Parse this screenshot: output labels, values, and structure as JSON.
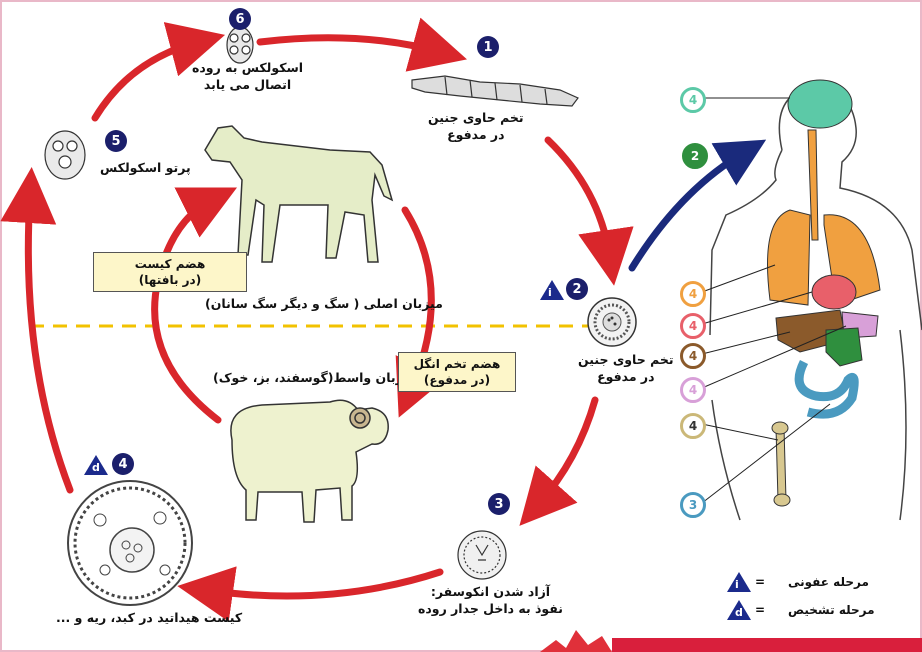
{
  "labels": {
    "stage6": "اسکولکس به روده\nاتصال می یابد",
    "stage1": "تخم حاوی جنین\nدر مدفوع",
    "stage5": "پرتو اسکولکس",
    "stage2": "تخم حاوی جنین\nدر مدفوع",
    "stage3": "آزاد شدن انکوسفر:\nنفوذ به داخل جدار روده",
    "stage4": "کیست هیداتید در کبد، ریه و ...",
    "definitive_host": "میزبان اصلی ( سگ و دیگر سگ سانان)",
    "intermediate_host": "میزبان واسط(گوسفند، بز، خوک)",
    "cyst_box": "هضم کیست\n(در بافتها)",
    "egg_box": "هضم تخم انگل\n(در مدفوع)"
  },
  "badges": {
    "n1": "1",
    "n2": "2",
    "n3": "3",
    "n4": "4",
    "n5": "5",
    "n6": "6",
    "human_brain": "4",
    "human_arrow": "2",
    "human_lung": "4",
    "human_heart": "4",
    "human_liver": "4",
    "human_spleen": "4",
    "human_bone": "4",
    "human_intestine": "3"
  },
  "letters": {
    "infective": "i",
    "diagnostic": "d"
  },
  "legend": {
    "infective_label": "مرحله عفونی",
    "diagnostic_label": "مرحله تشخیص",
    "equals": "="
  },
  "colors": {
    "cycle_arrow": "#d9262b",
    "human_arrow": "#1a2a7c",
    "dashed_line": "#f2c200",
    "badge_navy": "#1b1f6b",
    "brain": "#5cc9a7",
    "lung": "#f0a040",
    "heart": "#e8606a",
    "liver": "#8b5a2b",
    "spleen": "#d8a0d8",
    "bone": "#d8c890",
    "intestine": "#4a9ac0"
  },
  "icons": [
    "dog-icon",
    "sheep-icon",
    "egg-icon",
    "scolex-icon",
    "protoscolex-icon",
    "adult-worm-icon",
    "hydatid-cyst-icon",
    "oncosphere-icon",
    "human-body-icon"
  ]
}
